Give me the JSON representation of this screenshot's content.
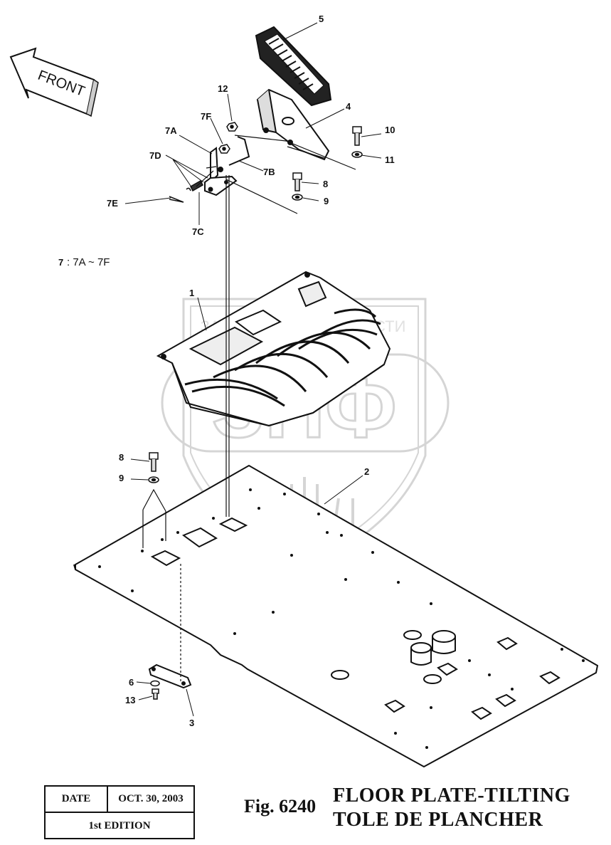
{
  "front_label": "FRONT",
  "parts_note": {
    "number": "7",
    "range": ": 7A ~ 7F"
  },
  "watermark": {
    "top_text_left": "ЗАПЧАСТИ",
    "top_text_right": "ЗАПЧАСТИ",
    "main": "ЗПФ"
  },
  "callouts": [
    "5",
    "12",
    "4",
    "10",
    "11",
    "7F",
    "7A",
    "7D",
    "7B",
    "8",
    "9",
    "7E",
    "7C",
    "1",
    "8",
    "9",
    "2",
    "6",
    "13",
    "3"
  ],
  "title_block": {
    "date_label": "DATE",
    "date_value": "OCT. 30, 2003",
    "edition": "1st EDITION"
  },
  "figure": {
    "number": "Fig. 6240",
    "title_en": "FLOOR PLATE-TILTING",
    "title_fr": "TOLE DE PLANCHER"
  }
}
